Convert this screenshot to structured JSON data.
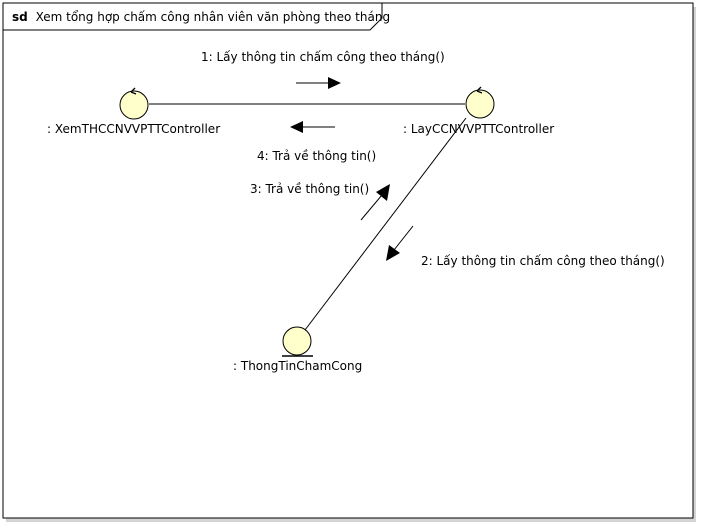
{
  "frame": {
    "keyword": "sd",
    "title": "Xem tổng hợp chấm công nhân viên văn phòng theo tháng"
  },
  "objects": {
    "controller_view": {
      "label": ": XemTHCCNVVPTTController",
      "kind": "control"
    },
    "controller_get": {
      "label": ": LayCCNVVPTTController",
      "kind": "control"
    },
    "entity": {
      "label": ": ThongTinChamCong",
      "kind": "entity"
    }
  },
  "messages": {
    "m1": "1: Lấy thông tin chấm công theo tháng()",
    "m2": "2: Lấy thông tin chấm công theo tháng()",
    "m3": "3: Trả về thông tin()",
    "m4": "4: Trả về thông tin()"
  },
  "colors": {
    "object_fill": "#FFFFCC",
    "stroke": "#000000",
    "background": "#FFFFFF"
  }
}
